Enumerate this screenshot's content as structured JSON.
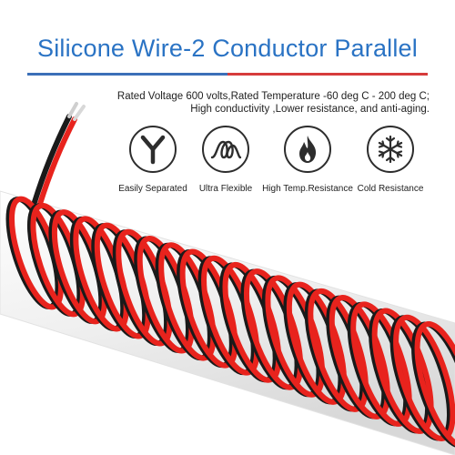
{
  "title": "Silicone Wire-2 Conductor Parallel",
  "specs": {
    "line1": "Rated Voltage 600 volts,Rated Temperature -60 deg C - 200 deg C;",
    "line2": "High conductivity ,Lower resistance, and anti-aging."
  },
  "features": [
    {
      "label": "Easily Separated",
      "icon": "y-split-icon"
    },
    {
      "label": "Ultra Flexible",
      "icon": "coil-loop-icon"
    },
    {
      "label": "High Temp.Resistance",
      "icon": "flame-icon"
    },
    {
      "label": "Cold Resistance",
      "icon": "snowflake-icon"
    }
  ],
  "colors": {
    "title": "#2a73c4",
    "wire_red": "#e8231d",
    "wire_black": "#1a1a1a",
    "tube": "#f4f4f4"
  }
}
